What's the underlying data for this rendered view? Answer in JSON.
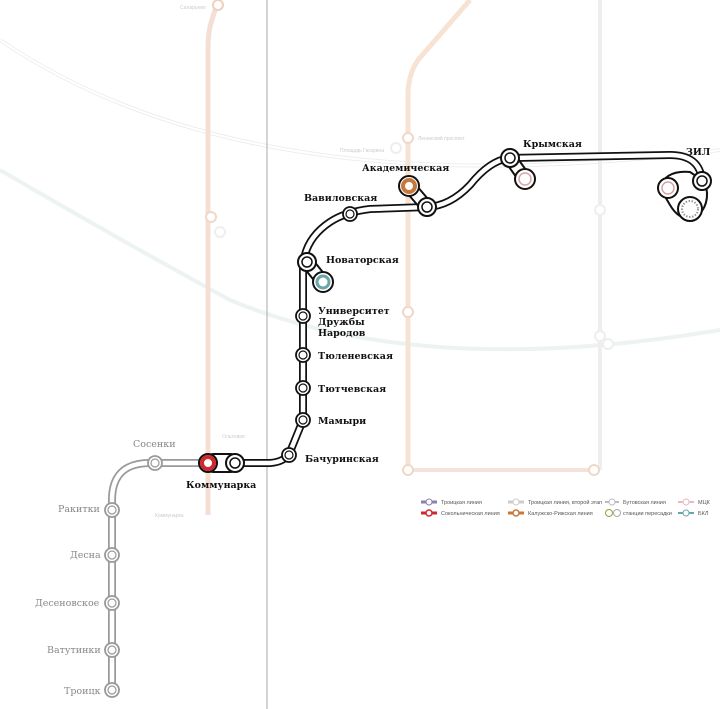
{
  "lines": {
    "troitskaya_color": "#111111",
    "second_stage_color": "#999999",
    "sokolnicheskaya_color": "#d0282f",
    "kaluzhskaya_color": "#c8783a",
    "bkl_color": "#6aa6a6",
    "mcc_color": "#d9a3a3"
  },
  "stations": {
    "kommunarka": "Коммунарка",
    "bachurinskaya": "Бачуринская",
    "mamyri": "Мамыри",
    "tyutchevskaya": "Тютчевская",
    "tyulenevskaya": "Тюленевская",
    "universitet_1": "Университет",
    "universitet_2": "Дружбы",
    "universitet_3": "Народов",
    "novatorskaya": "Новаторская",
    "vavilovskaya": "Вавиловская",
    "akademicheskaya": "Академическая",
    "krymskaya": "Крымская",
    "zil": "ЗИЛ",
    "sosenki": "Сосенки",
    "rakitki": "Ракитки",
    "desna": "Десна",
    "desenovskoe": "Десеновское",
    "vatutinki": "Ватутинки",
    "troitsk": "Троицк"
  },
  "background_stations": {
    "salaryevo": "Саларьево",
    "leninsky": "Ленинский проспект",
    "gagarina": "Площадь Гагарина",
    "olkhovaya": "Ольховая",
    "kommunarka_old": "Коммунарка"
  },
  "legend": {
    "troitskaya": "Троицкая линия",
    "second_stage": "Троицкая линия, второй этап",
    "butovskaya": "Бутовская линия",
    "mcc": "МЦК",
    "sokolnicheskaya": "Сокольническая линия",
    "kaluzhskaya": "Калужско-Рижская линия",
    "transfer": "станции пересадки",
    "bkl": "БКЛ"
  }
}
